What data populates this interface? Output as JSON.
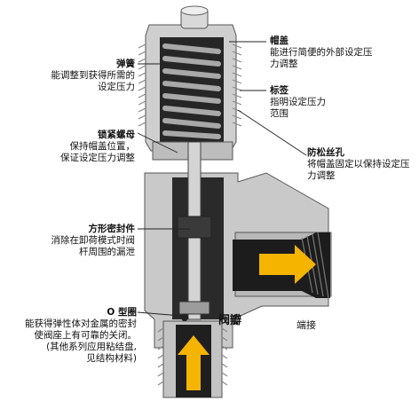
{
  "labels": {
    "cap": {
      "title": "帽盖",
      "lines": [
        "能进行简便的外部设定压",
        "力调整"
      ]
    },
    "tag": {
      "title": "标签",
      "lines": [
        "指明设定压力",
        "范围"
      ]
    },
    "lockhole": {
      "title": "防松丝孔",
      "lines": [
        "将帽盖固定以保持设定压",
        "力调整"
      ]
    },
    "spring": {
      "title": "弹簧",
      "lines": [
        "能调整到获得所需的",
        "设定压力"
      ]
    },
    "locknut": {
      "title": "锁紧螺母",
      "lines": [
        "保持帽盖位置，",
        "保证设定压力调整"
      ]
    },
    "seal": {
      "title": "方形密封件",
      "lines": [
        "消除在卸荷模式时阀",
        "杆周围的漏泄"
      ]
    },
    "oring": {
      "title": "O 型圈",
      "lines": [
        "能获得弹性体对金属的密封",
        "使阀座上有可靠的关闭。",
        "(其他系列应用粘结盘,",
        "见结构材料)"
      ]
    },
    "valve": "阀瓣",
    "port": "端接"
  },
  "colors": {
    "arrow": "#f5b400",
    "body": "#c8c8c8",
    "dark": "#1a1a1a",
    "spring": "#9a9a9a"
  }
}
